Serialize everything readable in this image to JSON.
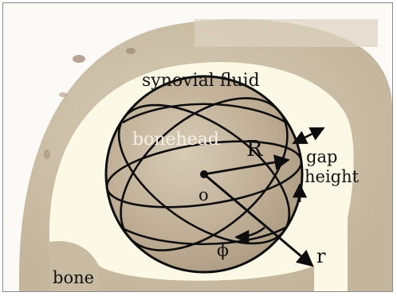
{
  "labels": {
    "synovial_fluid": "synovial fluid",
    "bonehead": "bonehead",
    "radius_big": "R",
    "gap": "gap",
    "height": "height",
    "origin": "o",
    "radius_small": "r",
    "phi": "ϕ",
    "bone": "bone"
  },
  "colors": {
    "bone_tissue": "#cdbfa6",
    "fluid": "#fcf8e6",
    "bonehead_fill": "#bfae95",
    "ink": "#0d0d0d"
  },
  "icons": {
    "origin_point": "filled-dot",
    "arrow_heads": "triangle-arrowheads"
  }
}
